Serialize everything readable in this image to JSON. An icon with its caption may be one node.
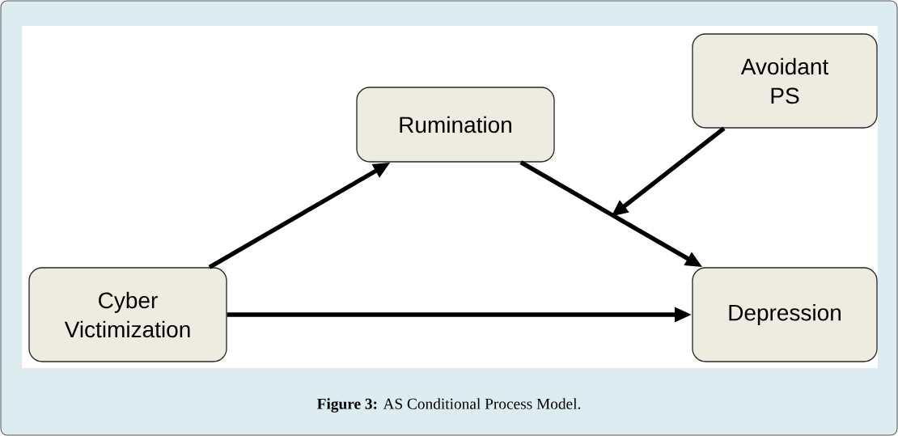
{
  "diagram": {
    "caption": "**Figure 3:** AS Conditional Process Model.",
    "nodes": [
      {
        "text": [
          "Rumination"
        ]
      },
      {
        "text": [
          "Avoidant PS"
        ]
      },
      {
        "text": [
          "Cyber Victimization"
        ]
      },
      {
        "text": [
          "Depression"
        ]
      }
    ],
    "edges": [
      {
        "from": 2,
        "to": 0,
        "arrow": "to"
      },
      {
        "from": 0,
        "to": 3,
        "arrow": "to"
      },
      {
        "from": 2,
        "to": 3,
        "arrow": "to"
      },
      {
        "from": 1,
        "to": null,
        "arrow": "to"
      }
    ]
  }
}
